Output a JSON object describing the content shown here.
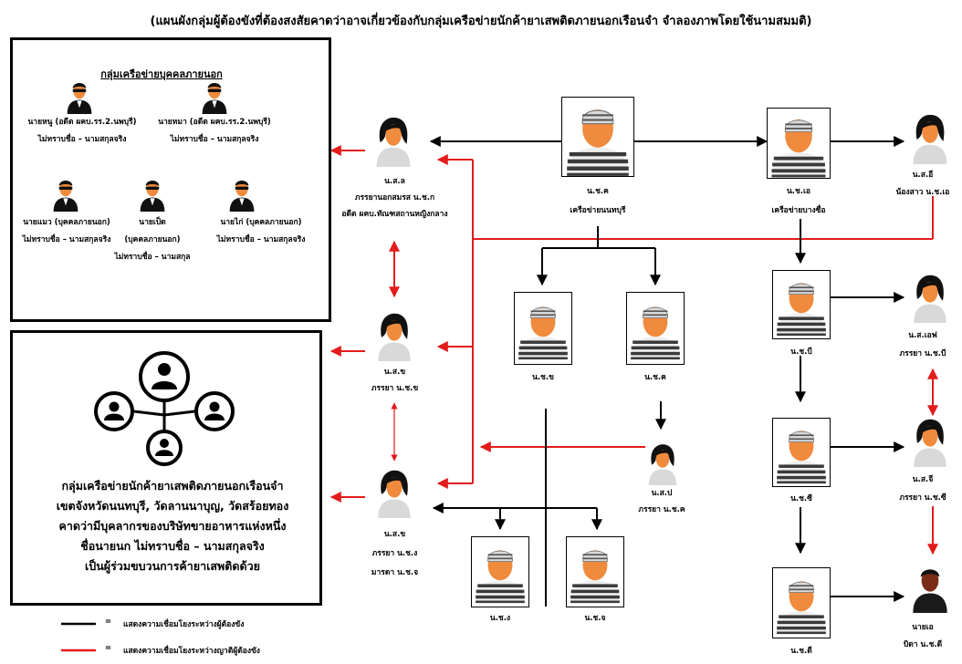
{
  "title": "(แผนผังกลุ่มผู้ต้องขังที่ต้องสงสัยคาดว่าอาจเกี่ยวข้องกับกลุ่มเครือข่ายนักค้ายาเสพติดภายนอกเรือนจำ จำลองภาพโดยใช้นามสมมติ)",
  "outside_box": {
    "title": "กลุ่มเครือข่ายบุคคลภายนอก",
    "persons": [
      {
        "line1": "นายหนู (อดีต ผคบ.รร.2.นพบุรี)",
        "line2": "ไม่ทราบชื่อ – นามสกุลจริง"
      },
      {
        "line1": "นายหมา (อดีต ผคบ.รร.2.นพบุรี)",
        "line2": "ไม่ทราบชื่อ – นามสกุลจริง"
      },
      {
        "line1": "นายแมว (บุคคลภายนอก)",
        "line2": "ไม่ทราบชื่อ – นามสกุลจริง"
      },
      {
        "line1": "นายเป็ด",
        "line2": "(บุคคลภายนอก)",
        "line3": "ไม่ทราบชื่อ – นามสกุล"
      },
      {
        "line1": "นายไก่ (บุคคลภายนอก)",
        "line2": "ไม่ทราบชื่อ – นามสกุลจริง"
      }
    ]
  },
  "network_box": {
    "lines": [
      "กลุ่มเครือข่ายนักค้ายาเสพติดภายนอกเรือนจำ",
      "เขตจังหวัดนนทบุรี, วัดลานนาบุญ, วัดสร้อยทอง",
      "คาดว่ามีบุคลากรของบริษัทขายอาหารแห่งหนึ่ง",
      "ชื่อนายนก ไม่ทราบชื่อ – นามสกุลจริง",
      "เป็นผู้ร่วมขบวนการค้ายาเสพติดด้วย"
    ]
  },
  "women": [
    {
      "id": "wa",
      "line1": "น.ส.ล",
      "line2": "ภรรยานอกสมรส น.ช.ก",
      "line3": "อดีต ผคบ.ทัณฑสถานหญิงกลาง"
    },
    {
      "id": "wb",
      "line1": "น.ส.ข",
      "line2": "ภรรยา น.ช.ข"
    },
    {
      "id": "wc",
      "line1": "น.ส.ข",
      "line2": "ภรรยา น.ช.ง",
      "line3": "มารดา น.ช.จ"
    },
    {
      "id": "wd",
      "line1": "น.ส.ป",
      "line2": "ภรรยา น.ช.ค"
    },
    {
      "id": "we",
      "line1": "น.ส.อี",
      "line2": "น้องสาว น.ช.เอ"
    },
    {
      "id": "wf",
      "line1": "น.ส.เอฟ",
      "line2": "ภรรยา น.ช.บี"
    },
    {
      "id": "wg",
      "line1": "น.ส.จี",
      "line2": "ภรรยา น.ช.ซี"
    }
  ],
  "prisoners": [
    {
      "id": "pk",
      "line1": "น.ช.ค",
      "line2": "เครือข่ายนนทบุรี"
    },
    {
      "id": "pa",
      "line1": "น.ช.เอ",
      "line2": "เครือข่ายบางซื่อ"
    },
    {
      "id": "pb",
      "line1": "น.ช.ข"
    },
    {
      "id": "pc",
      "line1": "น.ช.ค"
    },
    {
      "id": "pd",
      "line1": "น.ช.ง"
    },
    {
      "id": "pe",
      "line1": "น.ช.จ"
    },
    {
      "id": "pB",
      "line1": "น.ช.บี"
    },
    {
      "id": "pC",
      "line1": "น.ช.ซี"
    },
    {
      "id": "pD",
      "line1": "น.ช.ดี"
    }
  ],
  "man": {
    "line1": "นายเอ",
    "line2": "บิดา น.ช.ดี"
  },
  "legend": [
    {
      "text": "แสดงความเชื่อมโยงระหว่างผู้ต้องขัง",
      "color": "#000000"
    },
    {
      "text": "แสดงความเชื่อมโยงระหว่างญาติผู้ต้องขัง",
      "color": "#e31b1b"
    }
  ],
  "legend_eq": "=",
  "colors": {
    "black_line": "#000000",
    "red_line": "#e31b1b",
    "skin": "#f08a3c",
    "stripe": "#3a3a3a"
  }
}
